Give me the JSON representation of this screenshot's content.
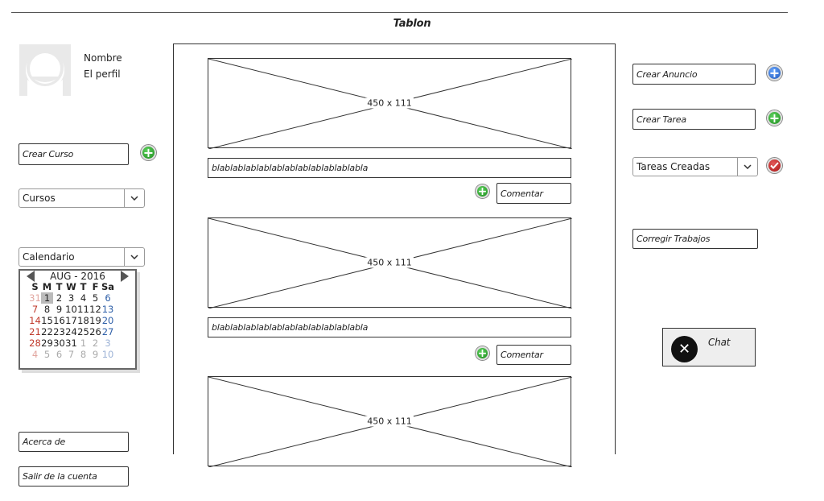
{
  "title": "Tablon",
  "profile": {
    "name": "Nombre",
    "subtitle": "El perfil"
  },
  "left": {
    "crear_curso": "Crear Curso",
    "cursos_select": "Cursos",
    "calendario_select": "Calendario",
    "acerca": "Acerca de",
    "salir": "Salir de la cuenta"
  },
  "calendar": {
    "month_label": "AUG - 2016",
    "day_names": [
      "S",
      "M",
      "T",
      "W",
      "T",
      "F",
      "Sa"
    ],
    "weeks": [
      [
        "31",
        "1",
        "2",
        "3",
        "4",
        "5",
        "6"
      ],
      [
        "7",
        "8",
        "9",
        "10",
        "11",
        "12",
        "13"
      ],
      [
        "14",
        "15",
        "16",
        "17",
        "18",
        "19",
        "20"
      ],
      [
        "21",
        "22",
        "23",
        "24",
        "25",
        "26",
        "27"
      ],
      [
        "28",
        "29",
        "30",
        "31",
        "1",
        "2",
        "3"
      ],
      [
        "4",
        "5",
        "6",
        "7",
        "8",
        "9",
        "10"
      ]
    ],
    "selected_day": "1"
  },
  "feed": {
    "posts": [
      {
        "image_label": "450 x 111",
        "text": "blablablablablablablablablablablabla",
        "comment_button": "Comentar"
      },
      {
        "image_label": "450 x 111",
        "text": "blablablablablablablablablablablabla",
        "comment_button": "Comentar"
      },
      {
        "image_label": "450 x 111"
      }
    ]
  },
  "right": {
    "crear_anuncio": "Crear Anuncio",
    "crear_tarea": "Crear Tarea",
    "tareas_select": "Tareas Creadas",
    "corregir": "Corregir Trabajos",
    "chat": "Chat"
  },
  "icons": {
    "plus_green": "plus-circle-icon",
    "plus_blue": "plus-circle-icon",
    "check_red": "check-circle-icon",
    "close": "close-icon",
    "chevron": "chevron-down-icon"
  }
}
